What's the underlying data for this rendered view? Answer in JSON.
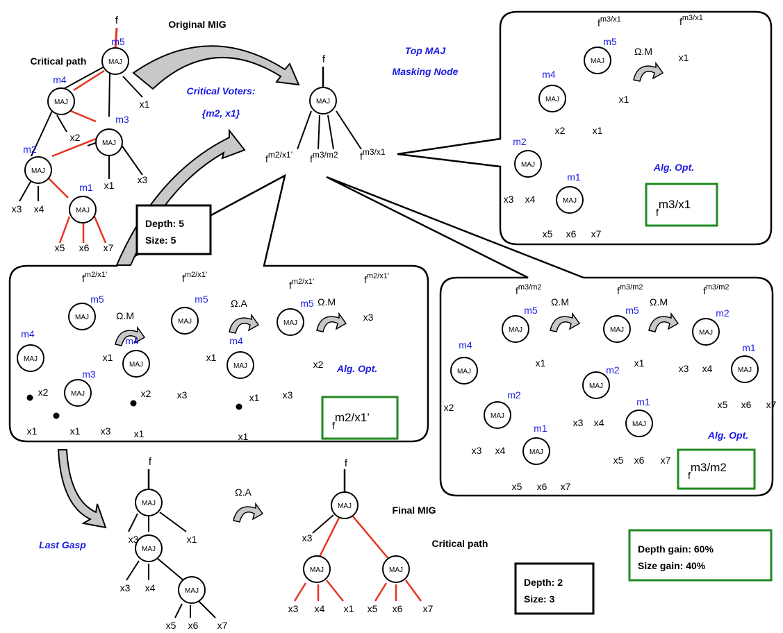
{
  "titles": {
    "original_mig": "Original MIG",
    "top_maj_line1": "Top MAJ",
    "top_maj_line2": "Masking Node",
    "critical_voters_line1": "Critical Voters:",
    "critical_voters_line2": "{m2, x1}",
    "final_mig": "Final MIG",
    "last_gasp": "Last Gasp",
    "critical_path": "Critical path"
  },
  "stats": {
    "before_depth": "Depth: 5",
    "before_size": "Size: 5",
    "after_depth": "Depth: 2",
    "after_size": "Size: 3",
    "depth_gain": "Depth gain: 60%",
    "size_gain": "Size gain: 40%"
  },
  "labels": {
    "maj": "MAJ",
    "output": "f",
    "m1": "m1",
    "m2": "m2",
    "m3": "m3",
    "m4": "m4",
    "m5": "m5",
    "x1": "x1",
    "x2": "x2",
    "x3": "x3",
    "x4": "x4",
    "x5": "x5",
    "x6": "x6",
    "x7": "x7",
    "ops": {
      "majority": "Ω.M",
      "associativity": "Ω.A"
    },
    "alg_opt": "Alg. Opt.",
    "f_base": "f",
    "sup_m2_x1c": "m2/x1’",
    "sup_m3_m2": "m3/m2",
    "sup_m3_x1": "m3/x1"
  },
  "colors": {
    "critical": "#e8321f",
    "node_label": "#1a1ae6",
    "title_blue": "#1a1ae6",
    "green": "#1e8a1e",
    "arrow_fill": "#c8c8c8"
  }
}
